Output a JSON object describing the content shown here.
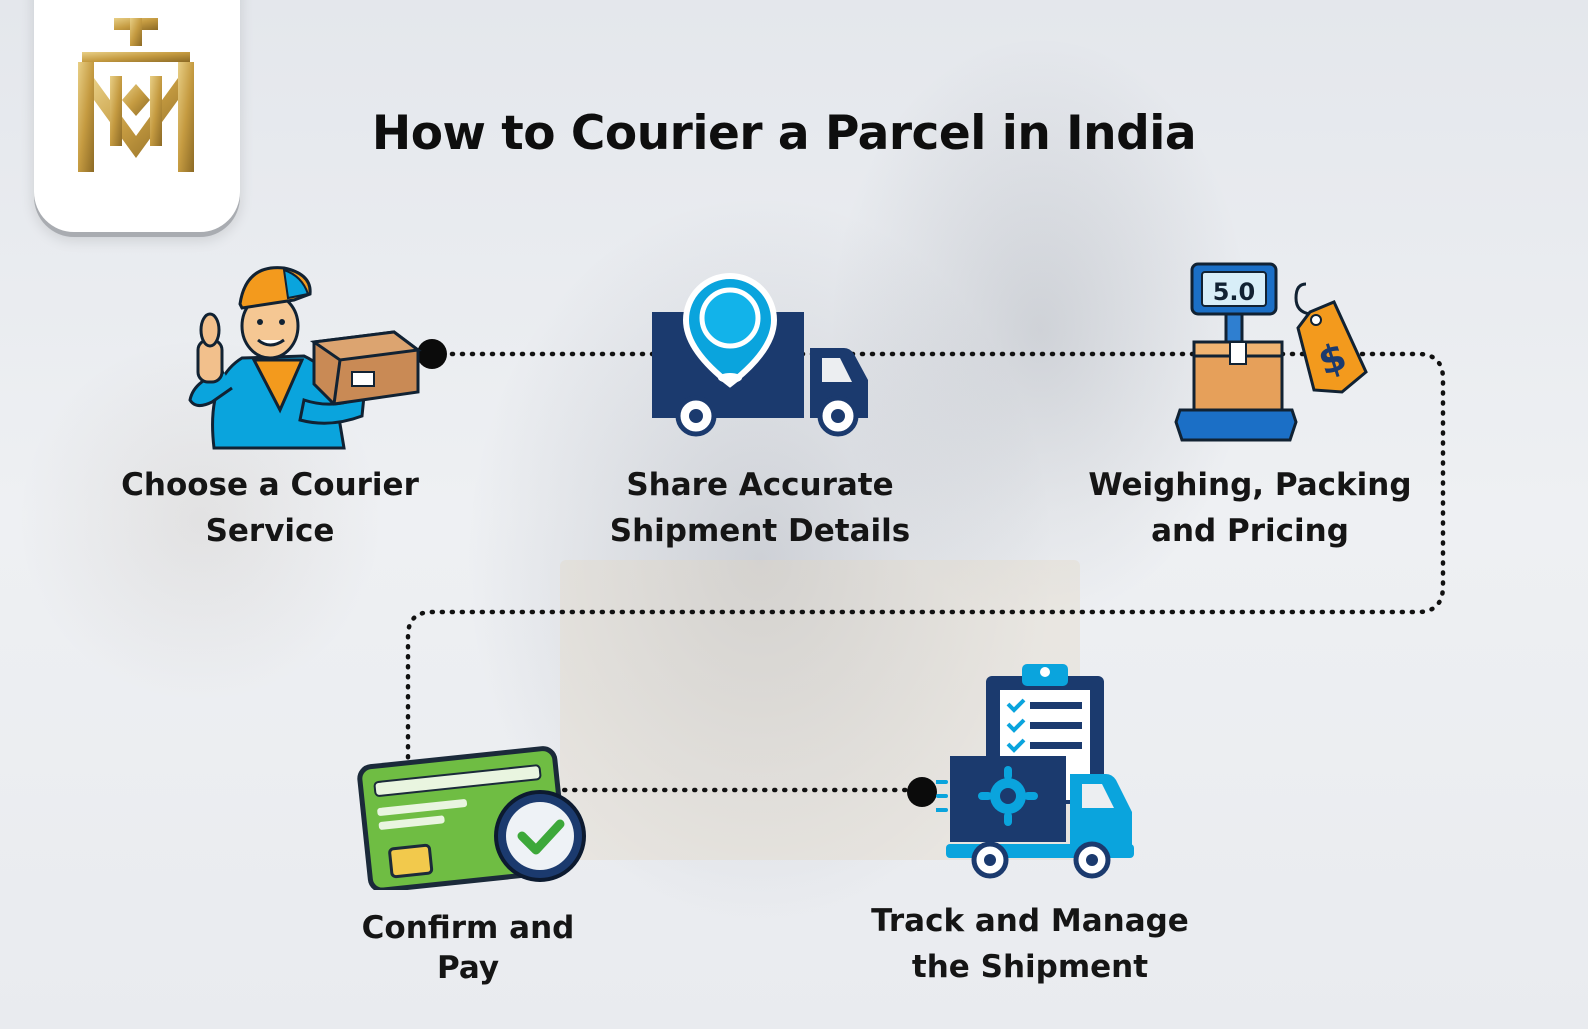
{
  "title": "How to Courier a Parcel in India",
  "steps": [
    {
      "line1": "Choose a Courier",
      "line2": "Service",
      "icon": "courier-person-icon"
    },
    {
      "line1": "Share Accurate",
      "line2": "Shipment Details",
      "icon": "location-truck-icon"
    },
    {
      "line1": "Weighing, Packing",
      "line2": "and Pricing",
      "icon": "weighing-scale-icon"
    },
    {
      "line1": "Confirm and",
      "line2": "Pay",
      "icon": "credit-card-check-icon"
    },
    {
      "line1": "Track and Manage",
      "line2": "the Shipment",
      "icon": "clipboard-truck-icon"
    }
  ],
  "scale_reading": "5.0",
  "price_symbol": "$",
  "colors": {
    "dark_navy": "#1b3a6e",
    "bright_blue": "#0aa4dd",
    "accent_orange": "#f39a1d",
    "card_green": "#6fbd43",
    "logo_gold": "#c9a24a"
  }
}
